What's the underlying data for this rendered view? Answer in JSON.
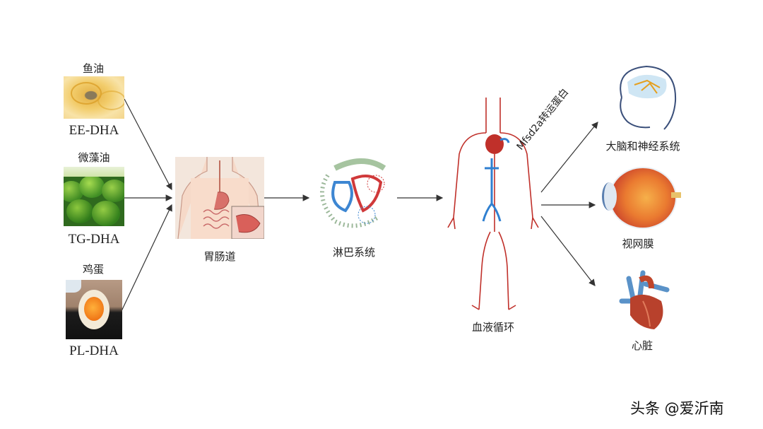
{
  "sources": [
    {
      "name": "鱼油",
      "form": "EE-DHA",
      "image": "fish-oil-capsules"
    },
    {
      "name": "微藻油",
      "form": "TG-DHA",
      "image": "microalgae-balls"
    },
    {
      "name": "鸡蛋",
      "form": "PL-DHA",
      "image": "boiled-egg"
    }
  ],
  "stages": [
    {
      "label": "胃肠道",
      "image": "digestive-tract"
    },
    {
      "label": "淋巴系统",
      "image": "lymphatic-system"
    },
    {
      "label": "血液循环",
      "image": "circulatory-system"
    }
  ],
  "transport_label": "Mfsd2a转运蛋白",
  "targets": [
    {
      "label": "大脑和神经系统",
      "image": "child-brain"
    },
    {
      "label": "视网膜",
      "image": "eyeball"
    },
    {
      "label": "心脏",
      "image": "heart"
    }
  ],
  "colors": {
    "artery": "#c0302a",
    "vein": "#2f7fd0",
    "arrow": "#333333"
  },
  "watermark": "头条 @爱沂南"
}
